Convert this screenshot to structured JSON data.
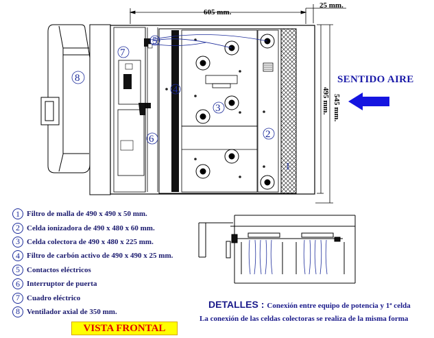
{
  "dimensions": {
    "width": "605 mm.",
    "small": "25 mm.",
    "outer_height": "545 mm.",
    "inner_height": "495 mm."
  },
  "air_direction": "SENTIDO AIRE",
  "callouts": [
    "1",
    "2",
    "3",
    "4",
    "5",
    "6",
    "7",
    "8"
  ],
  "legend": [
    {
      "num": "1",
      "text": "Filtro de malla de 490 x 490 x 50 mm."
    },
    {
      "num": "2",
      "text": "Celda ionizadora de 490 x 480 x 60 mm."
    },
    {
      "num": "3",
      "text": "Celda colectora de 490 x 480 x 225 mm."
    },
    {
      "num": "4",
      "text": "Filtro de carbón activo de 490 x 490 x 25 mm."
    },
    {
      "num": "5",
      "text": "Contactos eléctricos"
    },
    {
      "num": "6",
      "text": "Interruptor de puerta"
    },
    {
      "num": "7",
      "text": "Cuadro eléctrico"
    },
    {
      "num": "8",
      "text": "Ventilador axial de 350 mm."
    }
  ],
  "details": {
    "heading": "DETALLES :",
    "line1": "Conexión entre equipo de potencia y 1ª celda",
    "line2": "La conexión de las celdas colectoras se realiza de la misma forma"
  },
  "view_label": "VISTA FRONTAL",
  "colors": {
    "arrow": "#1515e0",
    "callout": "#1a2a9a",
    "label_bg": "#ffff00",
    "label_text": "#e00000",
    "text": "#1a1a6e"
  }
}
